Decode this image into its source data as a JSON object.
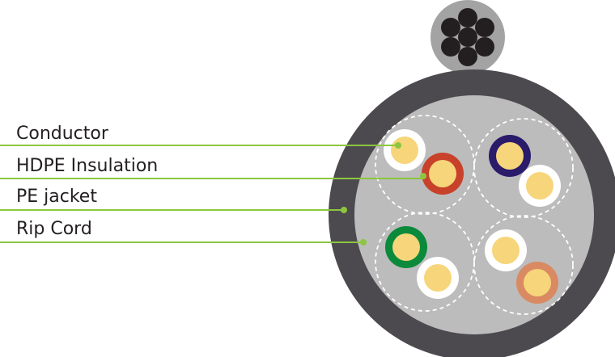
{
  "labels": {
    "conductor": "Conductor",
    "insulation": "HDPE Insulation",
    "jacket": "PE jacket",
    "rip_cord": "Rip Cord"
  },
  "colors": {
    "leader_line": "#8cc63f",
    "outer_jacket": "#4d4a4f",
    "core_fill": "#bcbcbc",
    "messenger_ring": "#a3a3a3",
    "messenger_strand": "#231f20",
    "conductor_copper": "#f7d57a",
    "pair_blue_ring": "#2b1b6b",
    "pair_orange_ring": "#c8412a",
    "pair_green_ring": "#0a8a3a",
    "pair_brown_ring": "#d98a63",
    "white_ring": "#ffffff",
    "separator_dash": "#ffffff"
  },
  "components": [
    "messenger-wire",
    "outer-pe-jacket",
    "pair-orange",
    "pair-blue",
    "pair-green",
    "pair-brown",
    "rip-cord"
  ]
}
